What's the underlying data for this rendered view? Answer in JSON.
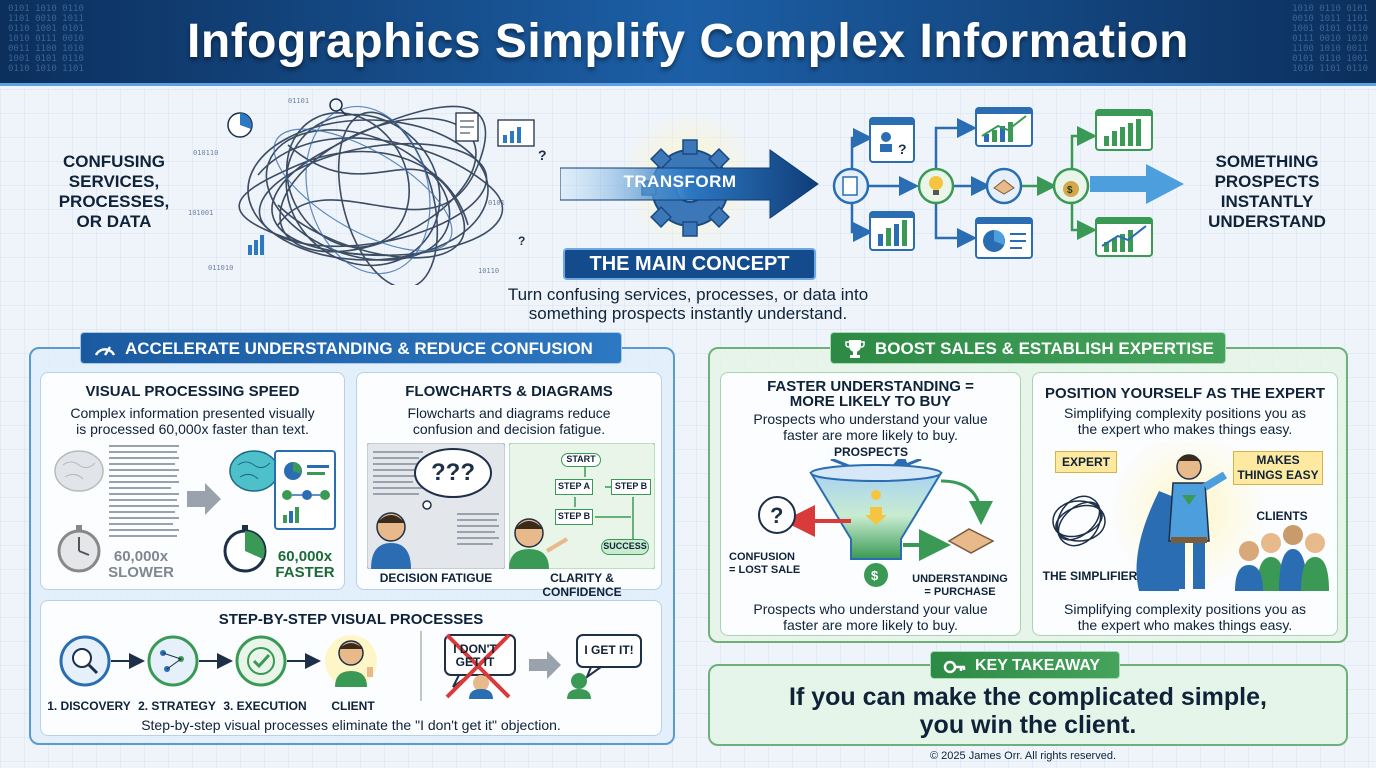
{
  "header": {
    "title": "Infographics Simplify Complex Information"
  },
  "hero": {
    "left_label": [
      "CONFUSING",
      "SERVICES,",
      "PROCESSES,",
      "OR DATA"
    ],
    "transform_label": "TRANSFORM",
    "right_label": [
      "SOMETHING",
      "PROSPECTS",
      "INSTANTLY",
      "UNDERSTAND"
    ],
    "concept_title": "THE MAIN CONCEPT",
    "concept_text_1": "Turn confusing services, processes, or data into",
    "concept_text_2": "something prospects instantly understand."
  },
  "left_panel": {
    "tab_title": "ACCELERATE UNDERSTANDING & REDUCE CONFUSION",
    "speed_card": {
      "title": "VISUAL PROCESSING SPEED",
      "text_1": "Complex information presented visually",
      "text_2": "is processed 60,000x faster than text.",
      "slow_value": "60,000x",
      "slow_label": "SLOWER",
      "fast_value": "60,000x",
      "fast_label": "FASTER"
    },
    "flow_card": {
      "title": "FLOWCHARTS & DIAGRAMS",
      "text_1": "Flowcharts and diagrams reduce",
      "text_2": "confusion and decision fatigue.",
      "question_marks": "???",
      "fatigue_caption": "DECISION FATIGUE",
      "clarity_caption": "CLARITY & CONFIDENCE",
      "flow_start": "START",
      "flow_step_a": "STEP A",
      "flow_step_b": "STEP B",
      "flow_step_b2": "STEP B",
      "flow_success": "SUCCESS"
    },
    "steps_card": {
      "title": "STEP-BY-STEP VISUAL PROCESSES",
      "steps": [
        "1. DISCOVERY",
        "2. STRATEGY",
        "3. EXECUTION",
        "CLIENT"
      ],
      "bubble_no": "I DON'T GET IT",
      "bubble_yes": "I GET IT!",
      "caption": "Step-by-step visual processes eliminate the \"I don't get it\" objection."
    }
  },
  "right_panel": {
    "tab_title": "BOOST SALES & ESTABLISH EXPERTISE",
    "buy_card": {
      "title_1": "FASTER UNDERSTANDING =",
      "title_2": "MORE LIKELY TO BUY",
      "text_1": "Prospects who understand your value",
      "text_2": "faster are more likely to buy.",
      "prospects": "PROSPECTS",
      "confusion_1": "CONFUSION",
      "confusion_2": "= LOST SALE",
      "understanding_1": "UNDERSTANDING",
      "understanding_2": "= PURCHASE",
      "bottom_1": "Prospects who understand your value",
      "bottom_2": "faster are more likely to buy."
    },
    "expert_card": {
      "title": "POSITION YOURSELF AS THE EXPERT",
      "text_1": "Simplifying complexity positions you as",
      "text_2": "the expert who makes things easy.",
      "tag_expert": "EXPERT",
      "tag_easy_1": "MAKES",
      "tag_easy_2": "THINGS EASY",
      "clients": "CLIENTS",
      "simplifier": "THE SIMPLIFIER",
      "bottom_1": "Simplifying complexity positions you as",
      "bottom_2": "the expert who makes things easy."
    }
  },
  "takeaway": {
    "tab_title": "KEY TAKEAWAY",
    "text_1": "If you can make the complicated simple,",
    "text_2": "you win the client."
  },
  "footer": {
    "copyright": "© 2025 James Orr. All rights reserved."
  },
  "colors": {
    "navy": "#0f2238",
    "blue": "#1a5aa0",
    "green": "#2c8a45",
    "accent_yellow": "#f5c542"
  }
}
